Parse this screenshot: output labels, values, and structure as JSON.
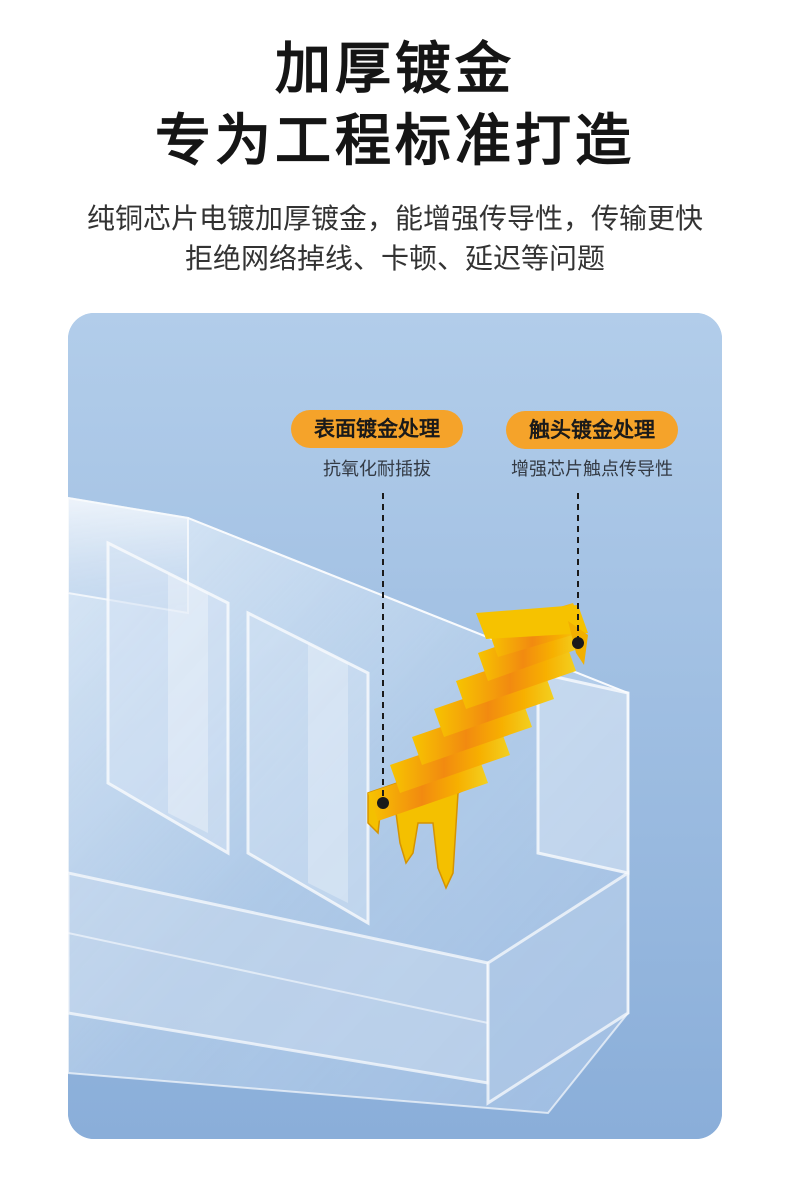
{
  "headline": {
    "line1": "加厚镀金",
    "line2": "专为工程标准打造"
  },
  "description": {
    "line1": "纯铜芯片电镀加厚镀金，能增强传导性，传输更快",
    "line2": "拒绝网络掉线、卡顿、延迟等问题"
  },
  "callouts": [
    {
      "label": "表面镀金处理",
      "sub": "抗氧化耐插拔"
    },
    {
      "label": "触头镀金处理",
      "sub": "增强芯片触点传导性"
    }
  ],
  "colors": {
    "accent": "#f5a32a",
    "panel_bg": "#9cbbe0",
    "gold": "#f2b400",
    "gold_deep": "#f27a10"
  }
}
